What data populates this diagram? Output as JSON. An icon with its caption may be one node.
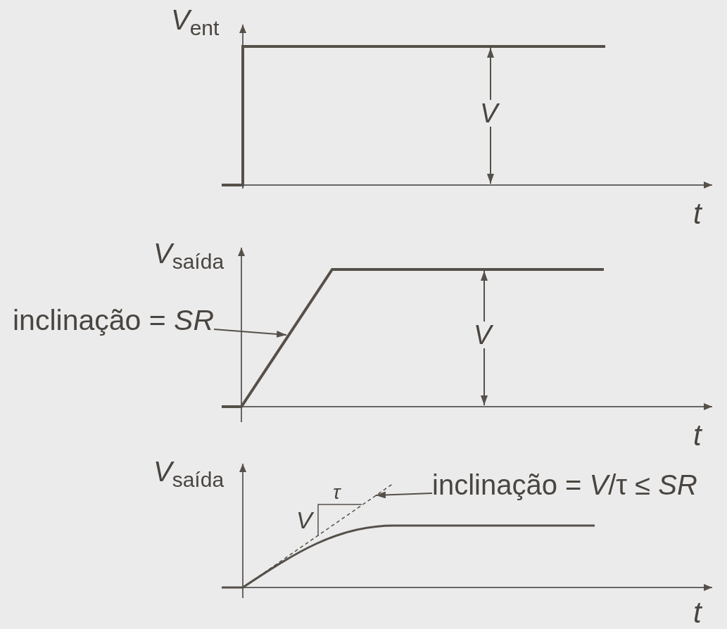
{
  "diagram": {
    "nodes": [
      {
        "text": [
          "inclinação = *SR*"
        ]
      },
      {
        "text": [
          "inclinação = *V*/τ ≤ *SR*"
        ]
      }
    ],
    "edges": [
      {
        "from": 0,
        "to": null,
        "arrow": "to"
      },
      {
        "from": 1,
        "to": null,
        "arrow": "to"
      }
    ],
    "labels": [
      "*V*$_{ent}$",
      "V",
      "t",
      "*V*$_{saída}$",
      "V",
      "t",
      "*V*$_{saída}$",
      "τ",
      "V",
      "t"
    ]
  }
}
